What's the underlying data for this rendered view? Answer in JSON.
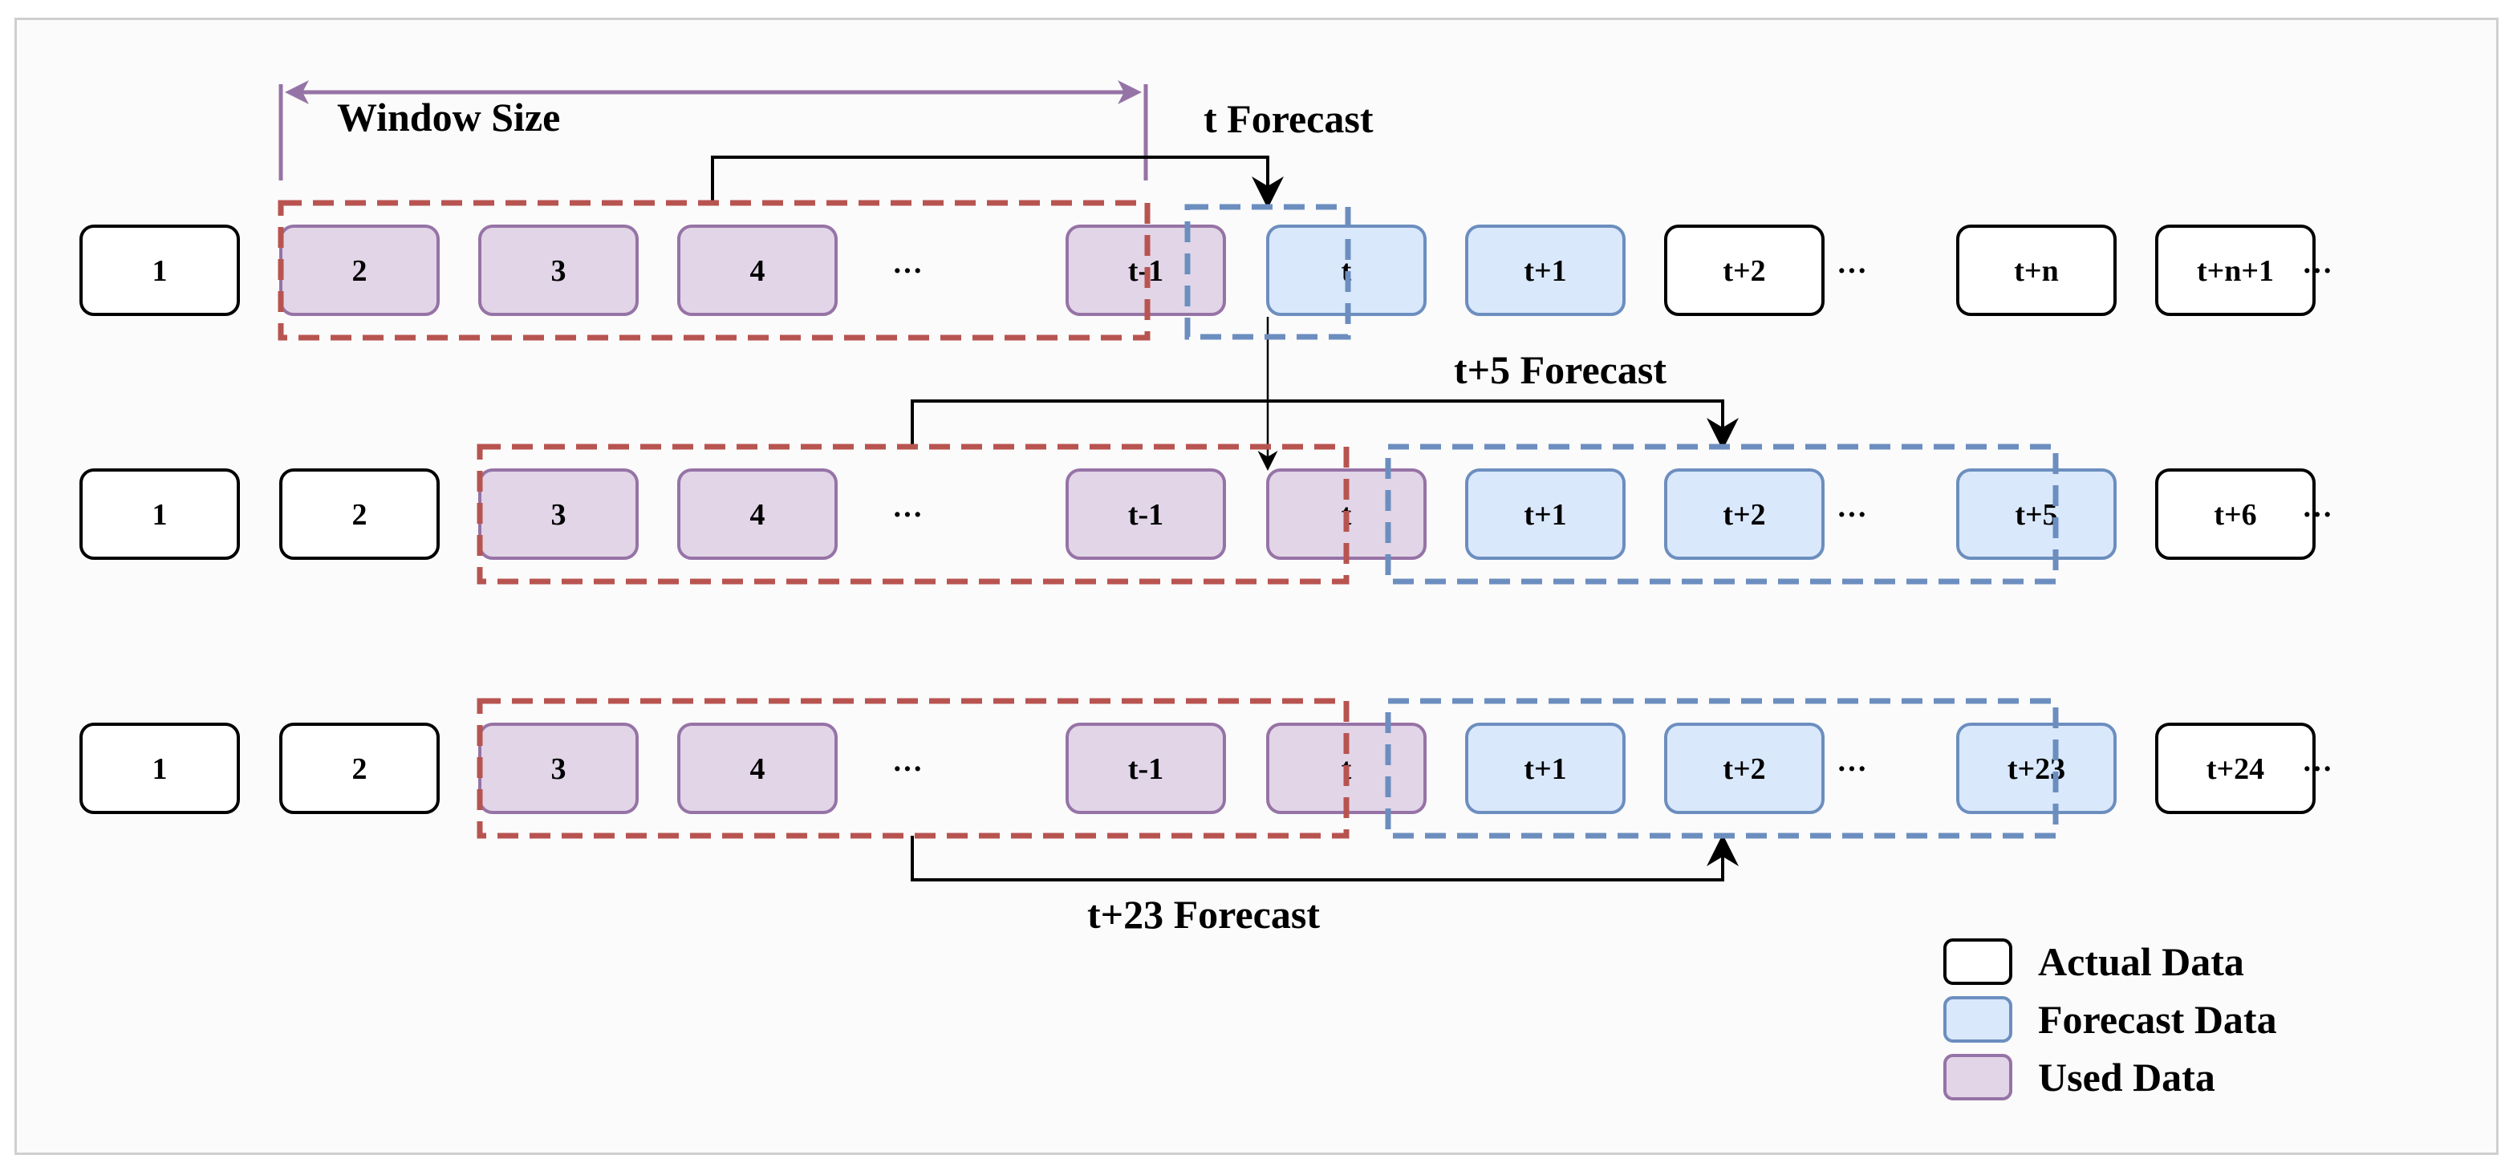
{
  "annotations": {
    "window_size": "Window Size",
    "t_forecast": "t Forecast",
    "t5_forecast": "t+5 Forecast",
    "t23_forecast": "t+23 Forecast"
  },
  "rows": [
    {
      "cells": [
        {
          "label": "1",
          "kind": "actual"
        },
        {
          "label": "2",
          "kind": "used"
        },
        {
          "label": "3",
          "kind": "used"
        },
        {
          "label": "4",
          "kind": "used"
        },
        {
          "label": "···",
          "kind": "ellipsis"
        },
        {
          "label": "t-1",
          "kind": "used"
        },
        {
          "label": "t",
          "kind": "forecast"
        },
        {
          "label": "t+1",
          "kind": "forecast"
        },
        {
          "label": "t+2",
          "kind": "actual"
        },
        {
          "label": "···",
          "kind": "ellipsis"
        },
        {
          "label": "t+n",
          "kind": "actual"
        },
        {
          "label": "t+n+1",
          "kind": "actual"
        },
        {
          "label": "···",
          "kind": "ellipsis"
        }
      ]
    },
    {
      "cells": [
        {
          "label": "1",
          "kind": "actual"
        },
        {
          "label": "2",
          "kind": "actual"
        },
        {
          "label": "3",
          "kind": "used"
        },
        {
          "label": "4",
          "kind": "used"
        },
        {
          "label": "···",
          "kind": "ellipsis"
        },
        {
          "label": "t-1",
          "kind": "used"
        },
        {
          "label": "t",
          "kind": "used"
        },
        {
          "label": "t+1",
          "kind": "forecast"
        },
        {
          "label": "t+2",
          "kind": "forecast"
        },
        {
          "label": "···",
          "kind": "ellipsis"
        },
        {
          "label": "t+5",
          "kind": "forecast"
        },
        {
          "label": "t+6",
          "kind": "actual"
        },
        {
          "label": "···",
          "kind": "ellipsis"
        }
      ]
    },
    {
      "cells": [
        {
          "label": "1",
          "kind": "actual"
        },
        {
          "label": "2",
          "kind": "actual"
        },
        {
          "label": "3",
          "kind": "used"
        },
        {
          "label": "4",
          "kind": "used"
        },
        {
          "label": "···",
          "kind": "ellipsis"
        },
        {
          "label": "t-1",
          "kind": "used"
        },
        {
          "label": "t",
          "kind": "used"
        },
        {
          "label": "t+1",
          "kind": "forecast"
        },
        {
          "label": "t+2",
          "kind": "forecast"
        },
        {
          "label": "···",
          "kind": "ellipsis"
        },
        {
          "label": "t+23",
          "kind": "forecast"
        },
        {
          "label": "t+24",
          "kind": "actual"
        },
        {
          "label": "···",
          "kind": "ellipsis"
        }
      ]
    }
  ],
  "legend": [
    {
      "label": "Actual Data",
      "kind": "actual"
    },
    {
      "label": "Forecast Data",
      "kind": "forecast"
    },
    {
      "label": "Used Data",
      "kind": "used"
    }
  ],
  "colors": {
    "actual_fill": "#ffffff",
    "actual_stroke": "#000000",
    "used_fill": "#e1d5e7",
    "used_stroke": "#9673a6",
    "forecast_fill": "#dae8fc",
    "forecast_stroke": "#6c8ebf",
    "window_dash": "#b85450",
    "forecast_dash": "#6c8ebf",
    "window_size_arrow": "#9673a6"
  }
}
